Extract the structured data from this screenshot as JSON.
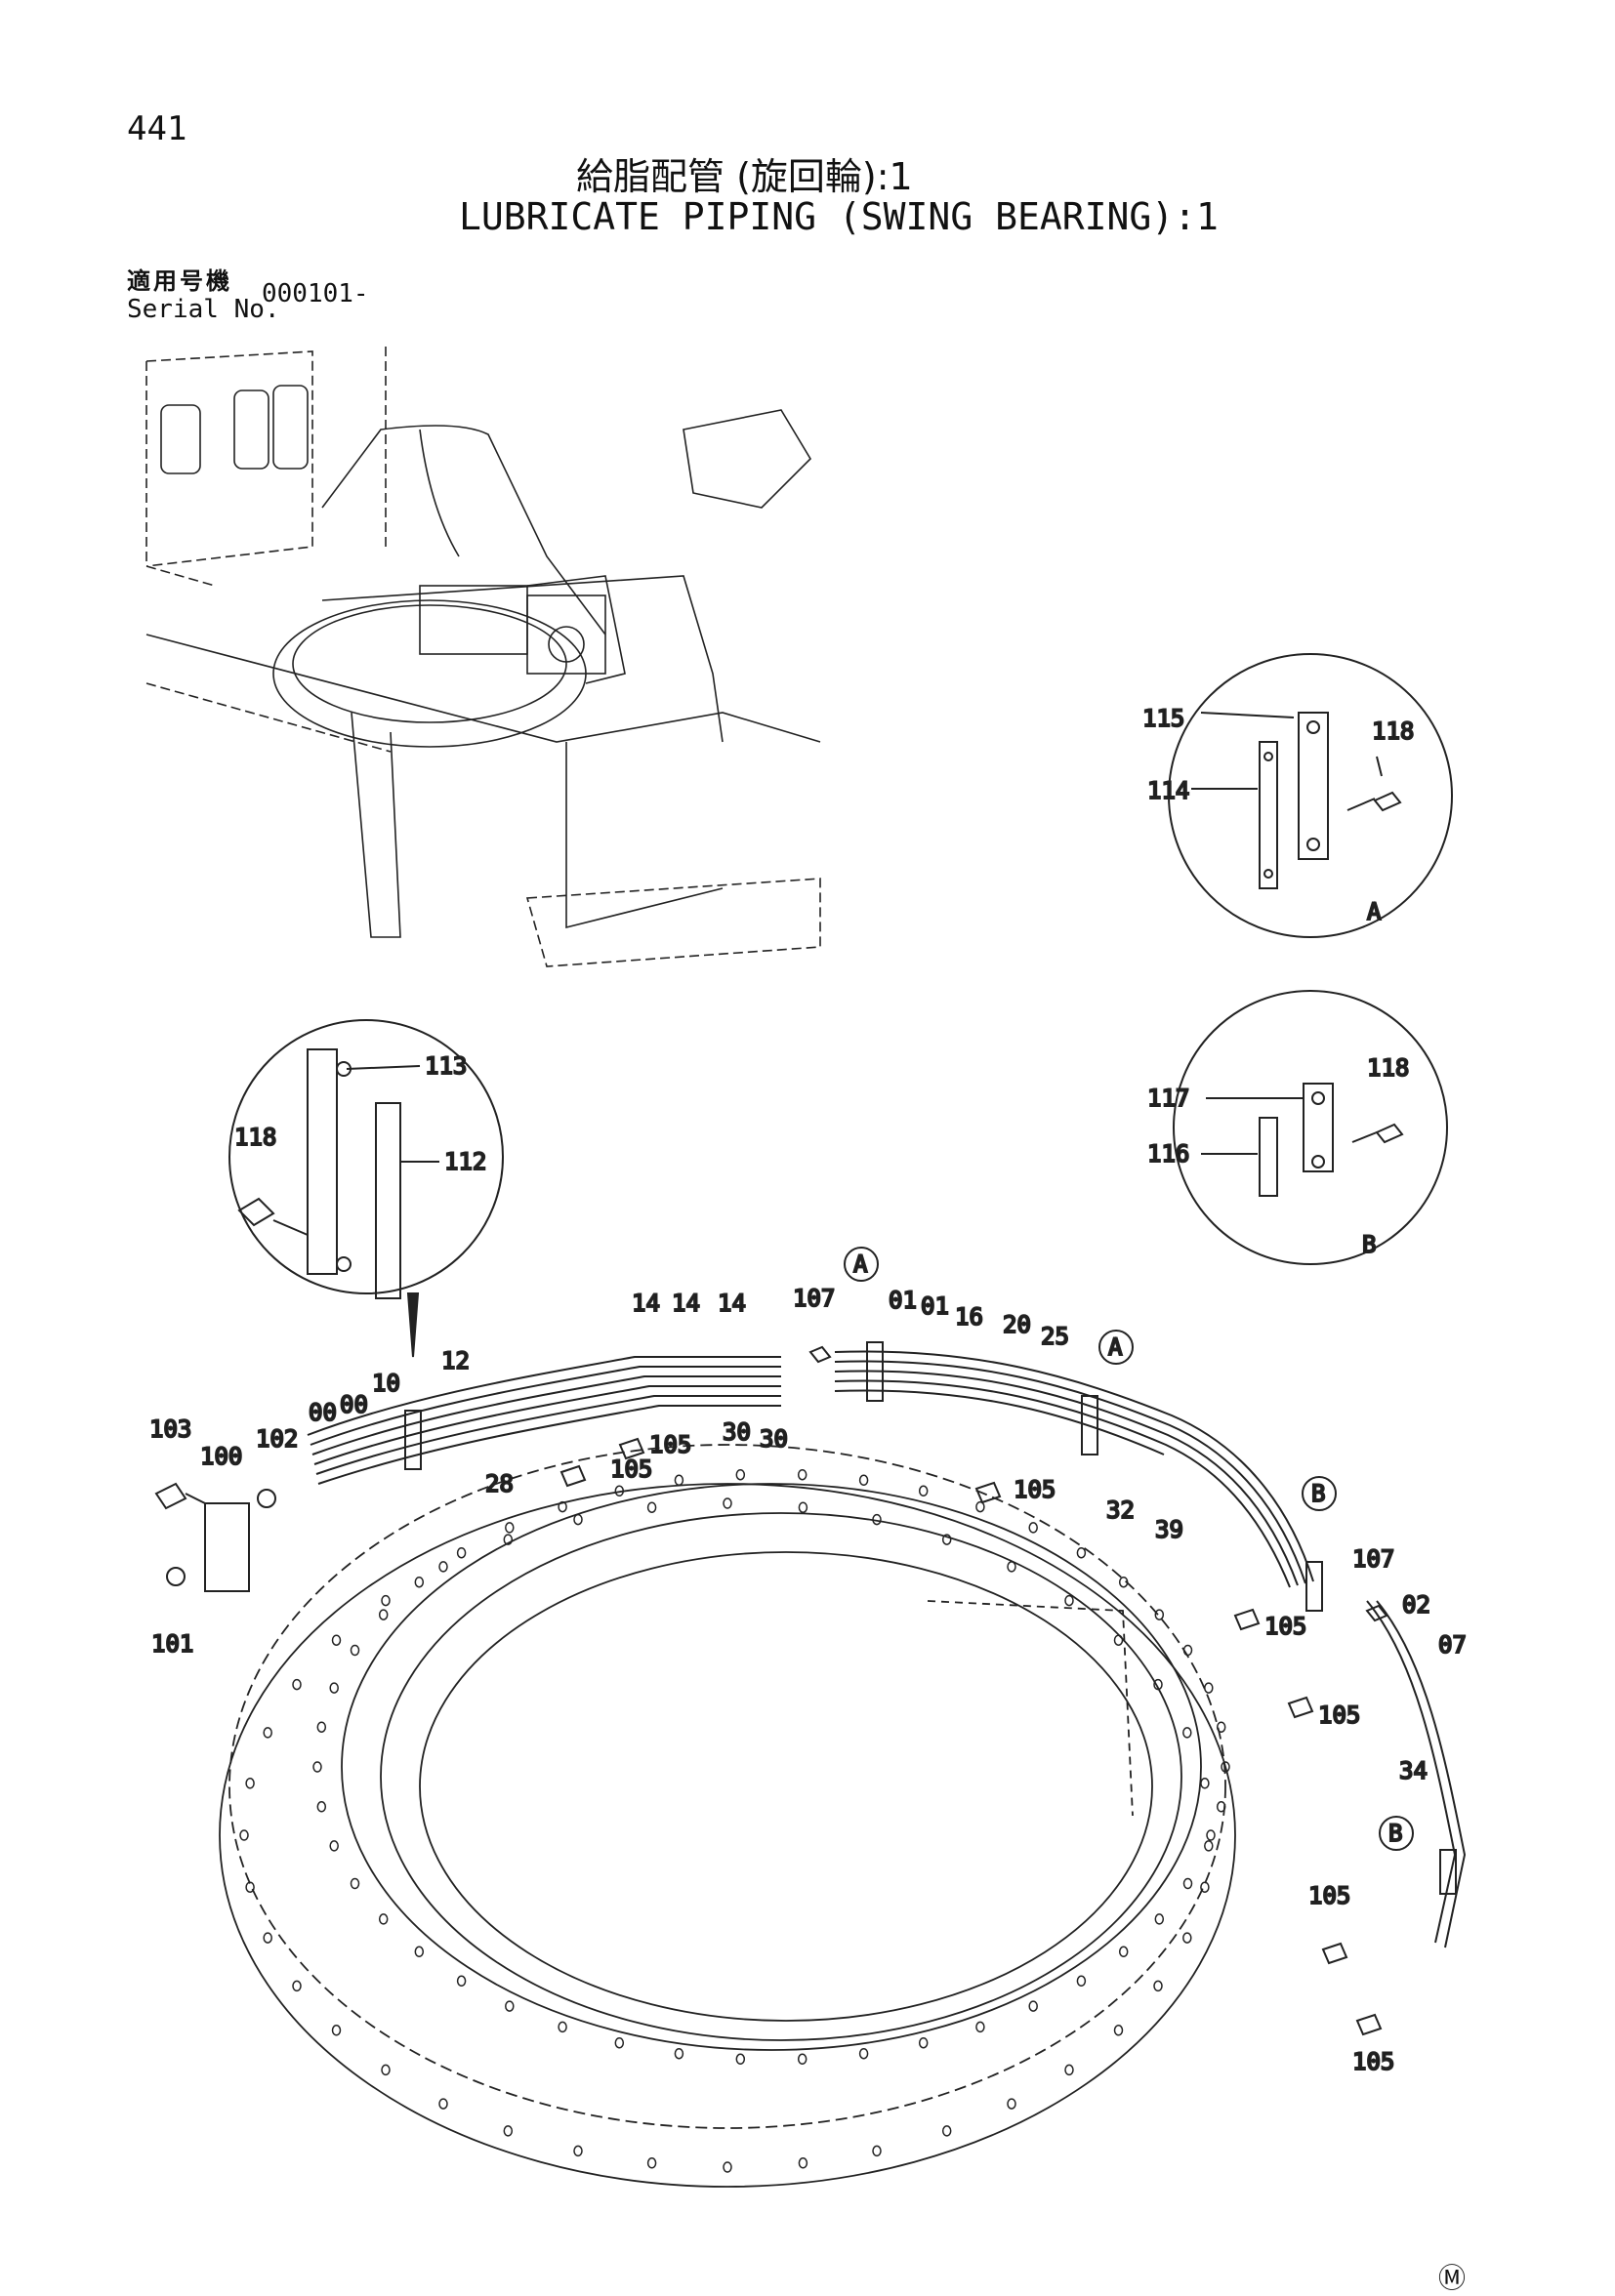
{
  "header": {
    "page_number": "441",
    "title_jp": "給脂配管 (旋回輪):1",
    "title_en": "LUBRICATE PIPING (SWING BEARING):1",
    "serial_label_jp": "適用号機",
    "serial_label_en": "Serial No.",
    "serial_value": "000101-"
  },
  "callouts": {
    "top_a": [
      "115",
      "118",
      "114"
    ],
    "top_a_letter": "A",
    "top_b": [
      "117",
      "118",
      "116"
    ],
    "top_b_letter": "B",
    "left": [
      "113",
      "118",
      "112"
    ],
    "main_pipes": [
      "14",
      "14",
      "14",
      "107",
      "01",
      "01",
      "16",
      "20",
      "25",
      "12",
      "00",
      "00",
      "10",
      "30",
      "30",
      "28",
      "105",
      "105",
      "105",
      "32",
      "39",
      "103",
      "100",
      "102",
      "101",
      "107",
      "02",
      "07",
      "105",
      "105",
      "34",
      "105",
      "105"
    ],
    "markers": [
      "A",
      "A",
      "B",
      "B"
    ]
  },
  "footer_mark": "Ⓜ"
}
